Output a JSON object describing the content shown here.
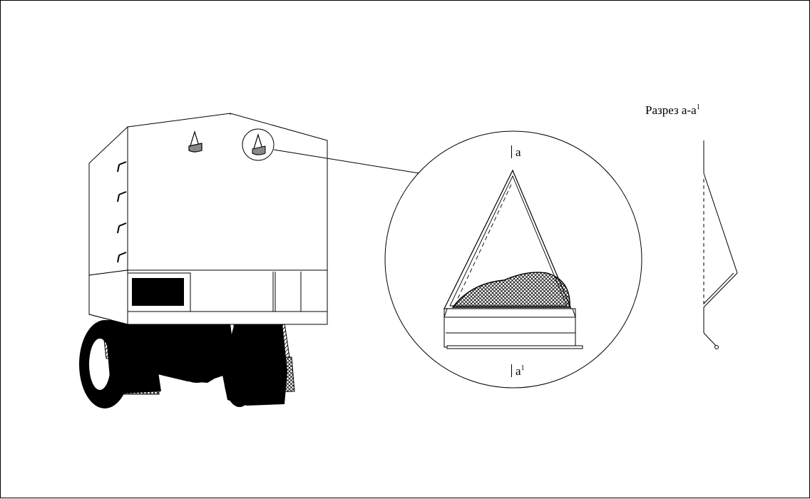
{
  "section_title": {
    "text": "Разрез а-а",
    "sup": "1"
  },
  "marker_top": {
    "text": "a"
  },
  "marker_bottom": {
    "text": "a",
    "sup": "1"
  },
  "colors": {
    "line": "#000000",
    "background": "#ffffff"
  },
  "icons": [
    "hatch-pattern",
    "warning-triangle-icon"
  ]
}
